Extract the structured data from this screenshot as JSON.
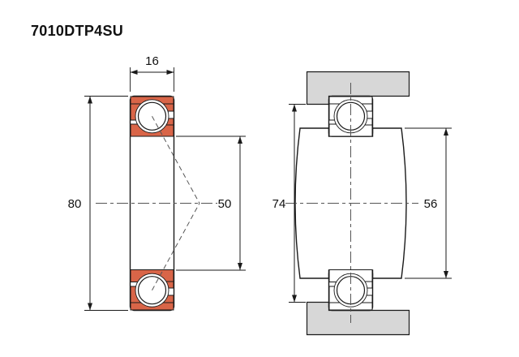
{
  "title": "7010DTP4SU",
  "drawing": {
    "section_view": {
      "width_dim": "16",
      "outer_diameter_dim": "80",
      "bore_diameter_dim": "50"
    },
    "mounted_view": {
      "housing_abutment_dim": "74",
      "shaft_abutment_dim": "56"
    },
    "colors": {
      "ring_section_fill": "#d96548",
      "housing_fill": "#d7d7d7"
    }
  }
}
